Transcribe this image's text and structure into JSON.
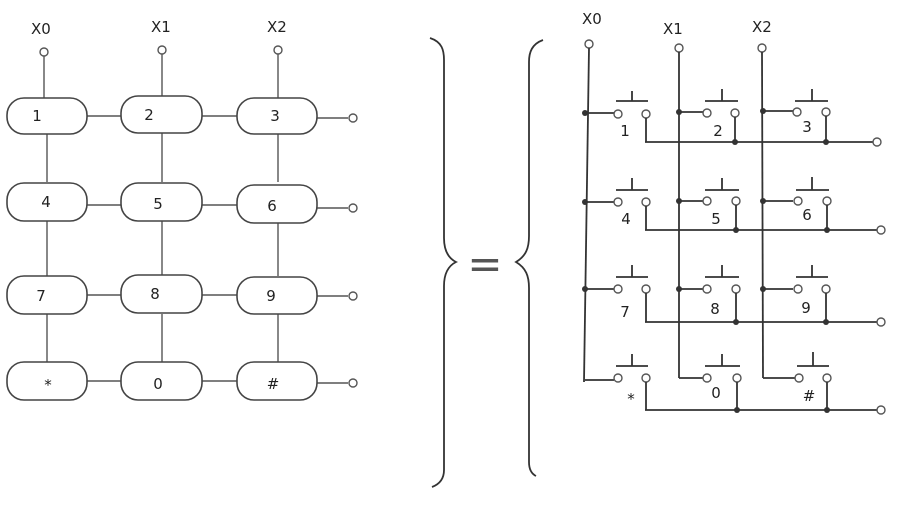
{
  "left_keypad": {
    "columns": [
      "X0",
      "X1",
      "X2"
    ],
    "keys": [
      [
        "1",
        "2",
        "3"
      ],
      [
        "4",
        "5",
        "6"
      ],
      [
        "7",
        "8",
        "9"
      ],
      [
        "*",
        "0",
        "#"
      ]
    ]
  },
  "equals_sign": "=",
  "right_schematic": {
    "columns": [
      "X0",
      "X1",
      "X2"
    ],
    "switch_labels": [
      [
        "1",
        "2",
        "3"
      ],
      [
        "4",
        "5",
        "6"
      ],
      [
        "7",
        "8",
        "9"
      ],
      [
        "*",
        "0",
        "#"
      ]
    ]
  }
}
